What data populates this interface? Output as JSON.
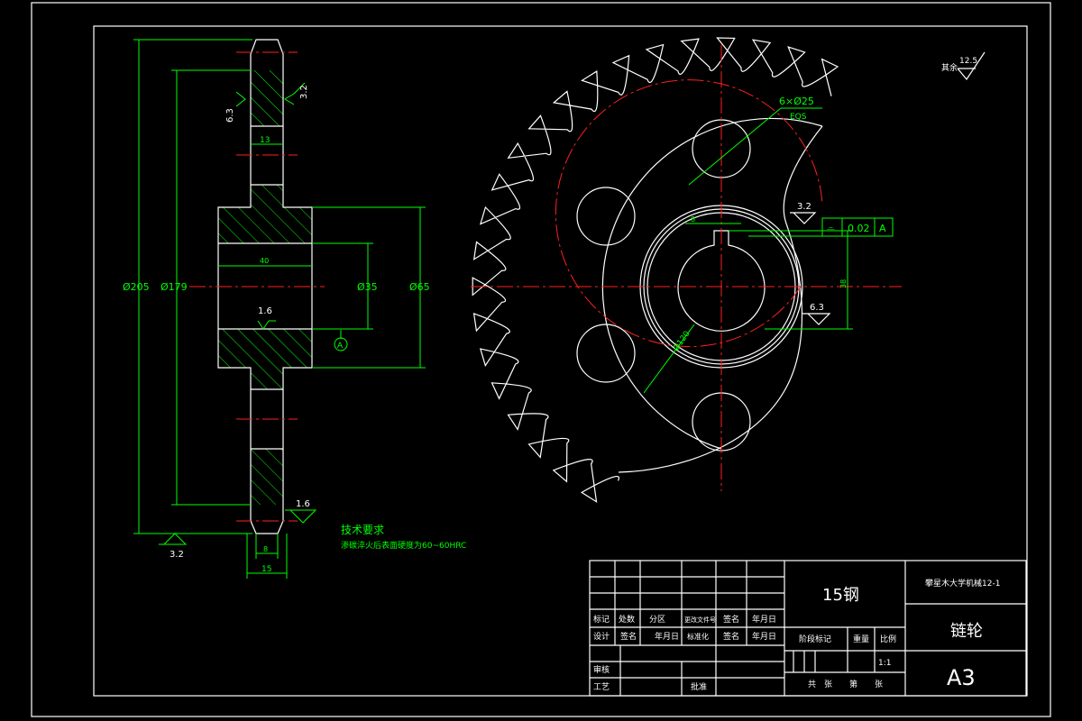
{
  "side_view": {
    "dims": {
      "outer_dia": "Ø205",
      "pitch_dia": "Ø179",
      "bore_dia": "Ø35",
      "hub_dia": "Ø65",
      "hub_length": "40",
      "tooth_width": "13",
      "tooth_tip": "8",
      "rim_width": "15"
    },
    "roughness": {
      "left_tooth": "6.3",
      "right_tooth": "3.2",
      "bore": "1.6",
      "bottom_right": "1.6",
      "bottom_left": "3.2"
    },
    "datum_label": "A"
  },
  "front_view": {
    "holes_label": "6×Ø25",
    "eqs_label": "EQS",
    "hole_circle_dia": "Ø120",
    "keyway_width": "8",
    "keyway_depth": "38",
    "roughness_top": "3.2",
    "roughness_key": "6.3",
    "tolerance": {
      "symbol": "⌯",
      "value": "0.02",
      "datum": "A"
    }
  },
  "general_roughness": {
    "label": "其余",
    "value": "12.5"
  },
  "tech_notes": {
    "title": "技术要求",
    "text": "渗碳淬火后表面硬度为60~60HRC"
  },
  "title_block": {
    "material": "15钢",
    "school": "攀星木大学机械12-1",
    "part_name": "链轮",
    "sheet_size": "A3",
    "scale": "1:1",
    "row_marks": [
      "标记",
      "处数",
      "分区",
      "更改文件号",
      "签名",
      "年月日"
    ],
    "row_design": [
      "设计",
      "签名",
      "年月日",
      "标准化",
      "签名",
      "年月日"
    ],
    "stage_label": "阶段标记",
    "weight_label": "重量",
    "scale_label": "比例",
    "review_label": "审核",
    "process_label": "工艺",
    "approve_label": "批准",
    "sheets_total": "共",
    "sheets_unit": "张",
    "sheet_no": "第",
    "sheet_unit": "张"
  }
}
